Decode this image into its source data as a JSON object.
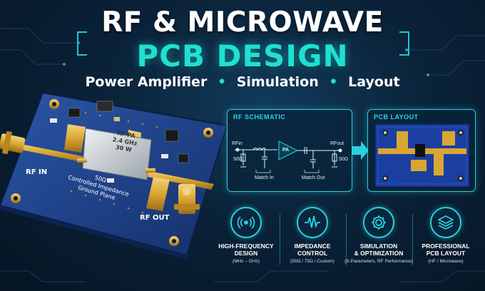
{
  "title": {
    "line1": "RF & MICROWAVE",
    "line2": "PCB DESIGN"
  },
  "subtitle": {
    "items": [
      "Power Amplifier",
      "Simulation",
      "Layout"
    ],
    "separator": "•"
  },
  "pcb": {
    "rf_in": "RF IN",
    "rf_out": "RF OUT",
    "chip_lines": [
      "RF PA",
      "2.4 GHz",
      "30 W"
    ],
    "board_text": [
      "50Ω",
      "Controlled Impedance",
      "Ground Plane"
    ]
  },
  "schematic": {
    "title": "RF SCHEMATIC",
    "rfin": "RFin",
    "rfout": "RFout",
    "left_ohm": "50Ω",
    "right_ohm": "50Ω",
    "amp": "PA",
    "match_in": "Match In",
    "match_out": "Match Out"
  },
  "layout_panel": {
    "title": "PCB LAYOUT"
  },
  "features": [
    {
      "title_line1": "HIGH-FREQUENCY",
      "title_line2": "DESIGN",
      "sub": "(MHz – GHz)",
      "icon": "antenna-icon"
    },
    {
      "title_line1": "IMPEDANCE",
      "title_line2": "CONTROL",
      "sub": "(50Ω / 75Ω / Custom)",
      "icon": "waveform-icon"
    },
    {
      "title_line1": "SIMULATION",
      "title_line2": "& OPTIMIZATION",
      "sub": "(S-Parameters, RF Performance)",
      "icon": "gear-icon"
    },
    {
      "title_line1": "PROFESSIONAL",
      "title_line2": "PCB LAYOUT",
      "sub": "(HF / Microwave)",
      "icon": "layers-icon"
    }
  ],
  "colors": {
    "accent": "#1fe0d2",
    "panel_border": "#2ad0e0",
    "board_blue": "#1e3f8a",
    "gold": "#d9a632"
  }
}
